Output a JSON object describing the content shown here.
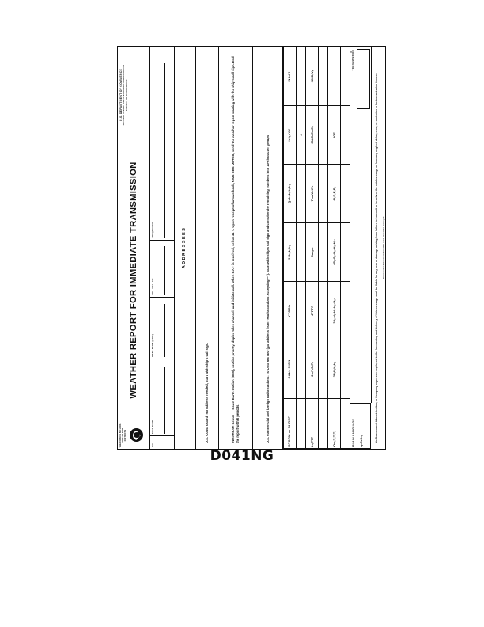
{
  "page": {
    "caption": "D041NG",
    "background": "#ffffff"
  },
  "form": {
    "corner_note_line1": "THE FORM IS NO LONG",
    "corner_note_line2": "FREE BY NWS DISTRICTS",
    "logo_name": "noaa-seal-logo",
    "title": "WEATHER REPORT FOR IMMEDIATE TRANSMISSION",
    "agency": "U.S. DEPARTMENT OF COMMERCE",
    "agency_sub1": "NATIONAL OCEANIC AND ATMOSPHERIC ADMINISTRATION",
    "agency_sub2": "NATIONAL WEATHER SERVICE",
    "fields": [
      {
        "label": "NO.",
        "value": ""
      },
      {
        "label": "SHIP NAME",
        "value": ""
      },
      {
        "label": "DATE SENT (GMT)",
        "value": ""
      },
      {
        "label": "STA. CALLED",
        "value": ""
      },
      {
        "label": "FREQUENCY",
        "value": ""
      }
    ],
    "addressees_heading": "ADDRESSEES",
    "notes": [
      {
        "id": "coast-guard-note",
        "text": "U.S. Coast Guard: No address needed, start with ship's call sign."
      },
      {
        "id": "inmarsat-note",
        "text": "INMARSAT: Select — Coast Earth Station (CES), routine priority, duplex telex channel, and initiate call. When GA + is received, select 41 +. Upon receipt of answerback, NWS OBS METEO,  send the weather report starting with the ship's call sign. End the report with 6 periods."
      },
      {
        "id": "commercial-radio-note",
        "text": "U.S. commercial and foreign radio stations: To OBS METEO (gal address from \"Radio Stations Accepting—\"). Start with ship's call sign and combine the remaining numbers into 10-character groups."
      }
    ],
    "code_table": {
      "headers": [
        "STORM or SHREP",
        "CALL SIGN",
        "YYGGi₃",
        "99LₐLₐLₐ",
        "QᴄLₒLₒLₒLₒ",
        "iʀiₓhVV",
        "Nddff"
      ],
      "rows": [
        {
          "cells": [
            "i₃ₒTTT",
            "",
            "",
            "",
            "",
            "4",
            ""
          ]
        },
        {
          "cells": [
            "",
            "2sₙTₙTₙTₙ",
            "4PPPP",
            "5appp",
            "7wwW₁W₂",
            "8NₕCʟCᴍCₕ",
            "222DₛVₛ"
          ]
        },
        {
          "cells": [
            "OwₛTₛTₛTₛ",
            "3PₑPₑHₑHₑ",
            "3dₑ₁dₑ₁Hₑ₁Hₑ₂Hₑ₂",
            "4Pₑ₂Pₑ₂Hₑ₂Hₑ₂Hₑ₂",
            "6IₛEₛEₛRₛ",
            "ICE"
          ]
        }
      ]
    },
    "plain_language_label": "PLAIN LANGUAGE",
    "plain_language_codes": "qʟSʟDₛg",
    "transmission_label": "TRANSMISSION",
    "disclaimer": "No Government Administration, or Company or person employed in the forecasting and delivery of this message shall be liable for any loss or damage arising from failure to transmit or to deliver the said message or from any neglect, delay, error, or omission in the transmission thereof.",
    "reproduction_note": "Reproduction NOAA Form 72-6 FRG which should be destroyed"
  }
}
